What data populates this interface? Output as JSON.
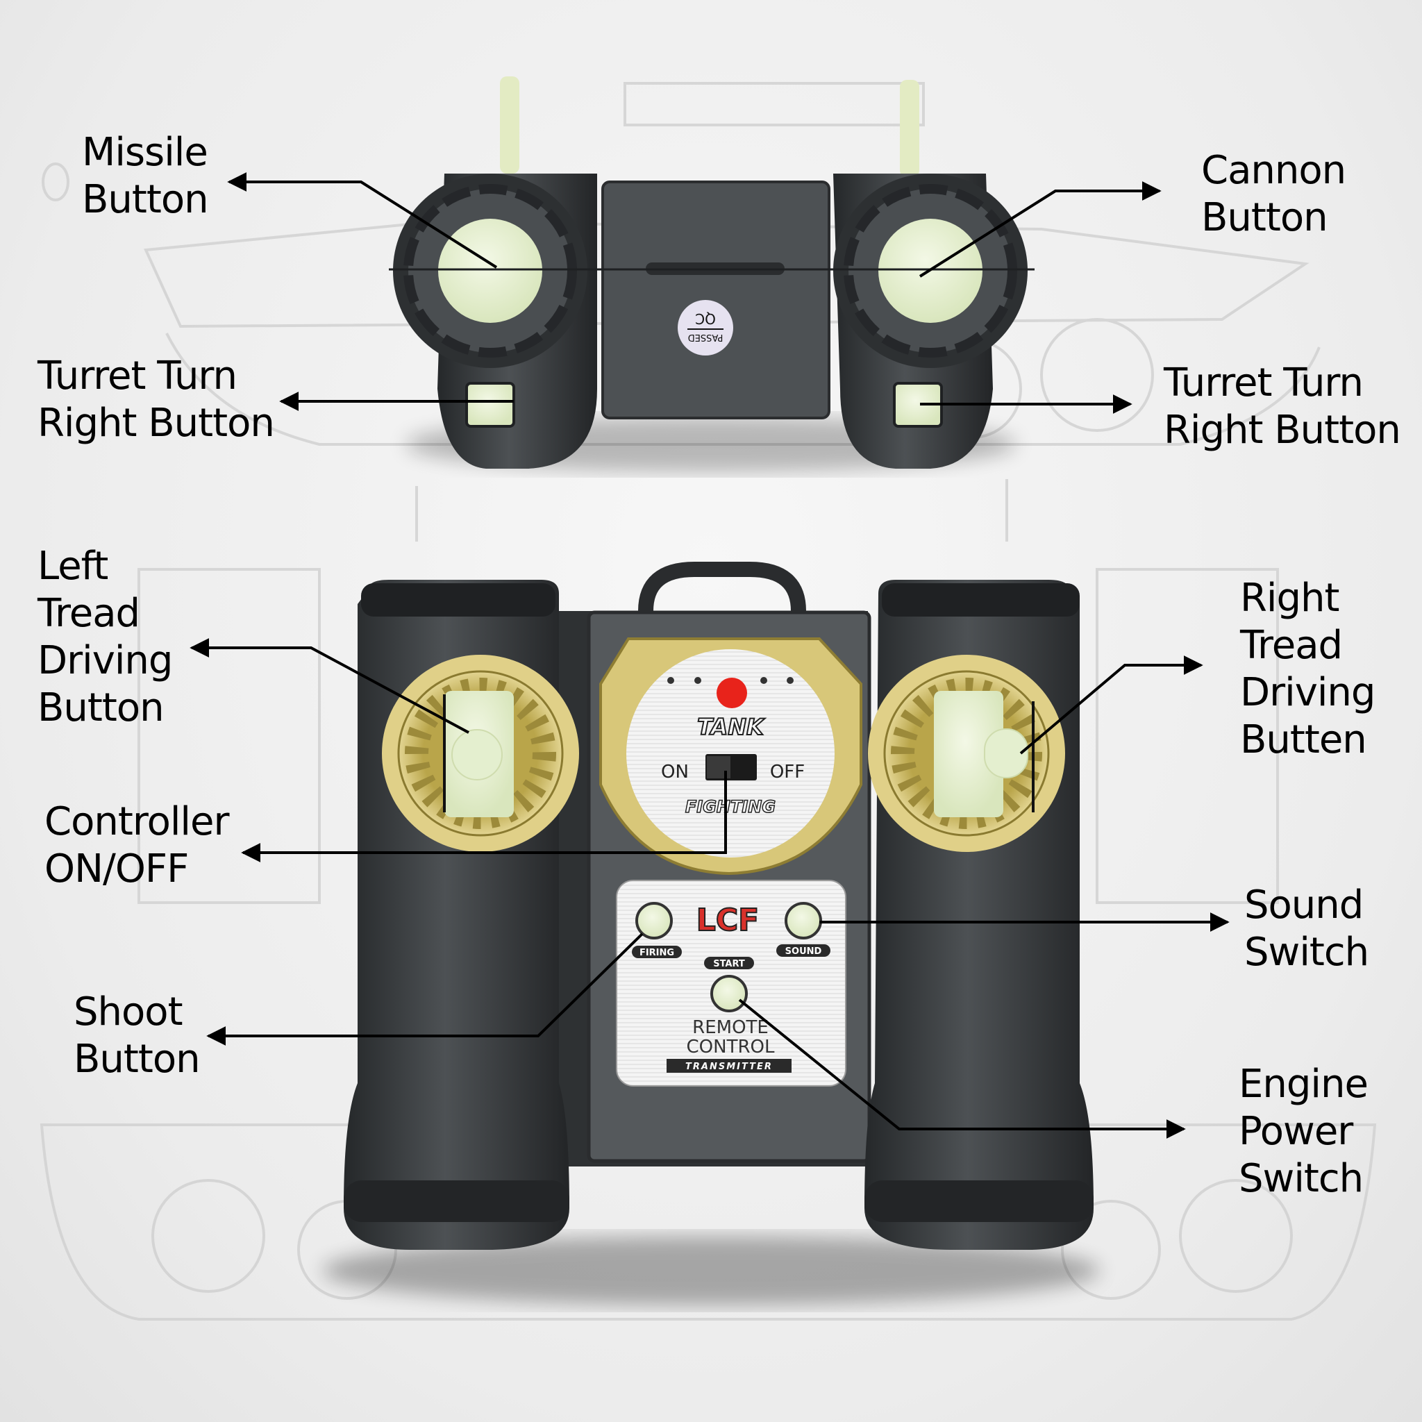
{
  "colors": {
    "background": "#efefef",
    "body_dark": "#3a3d40",
    "body_mid": "#55595c",
    "button_glow": "#e4efcf",
    "gold": "#c9b55a",
    "gold_dark": "#9c8a3a",
    "led_red": "#e8231b",
    "plate": "#f3f3f3",
    "logo_red": "#d9312b"
  },
  "labels": {
    "missile": [
      "Missile",
      "Button"
    ],
    "cannon": [
      "Cannon",
      "Button"
    ],
    "turret_left": [
      "Turret Turn",
      "Right Button"
    ],
    "turret_right": [
      "Turret Turn",
      "Right Button"
    ],
    "left_tread": [
      "Left",
      "Tread",
      "Driving",
      "Button"
    ],
    "right_tread": [
      "Right",
      "Tread",
      "Driving",
      "Butten"
    ],
    "controller_onoff": [
      "Controller",
      "ON/OFF"
    ],
    "sound": [
      "Sound",
      "Switch"
    ],
    "shoot": [
      "Shoot",
      "Button"
    ],
    "engine": [
      "Engine",
      "Power",
      "Switch"
    ]
  },
  "top_remote": {
    "qc_sticker": {
      "line1": "QC",
      "line2": "PASSED"
    }
  },
  "bottom_remote": {
    "dial": {
      "title": "TANK",
      "on": "ON",
      "off": "OFF",
      "subtitle": "FIGHTING"
    },
    "plate": {
      "logo": "LCF",
      "firing": "FIRING",
      "sound": "SOUND",
      "start": "START",
      "remote": "REMOTE",
      "control": "CONTROL",
      "transmitter": "TRANSMITTER"
    }
  }
}
